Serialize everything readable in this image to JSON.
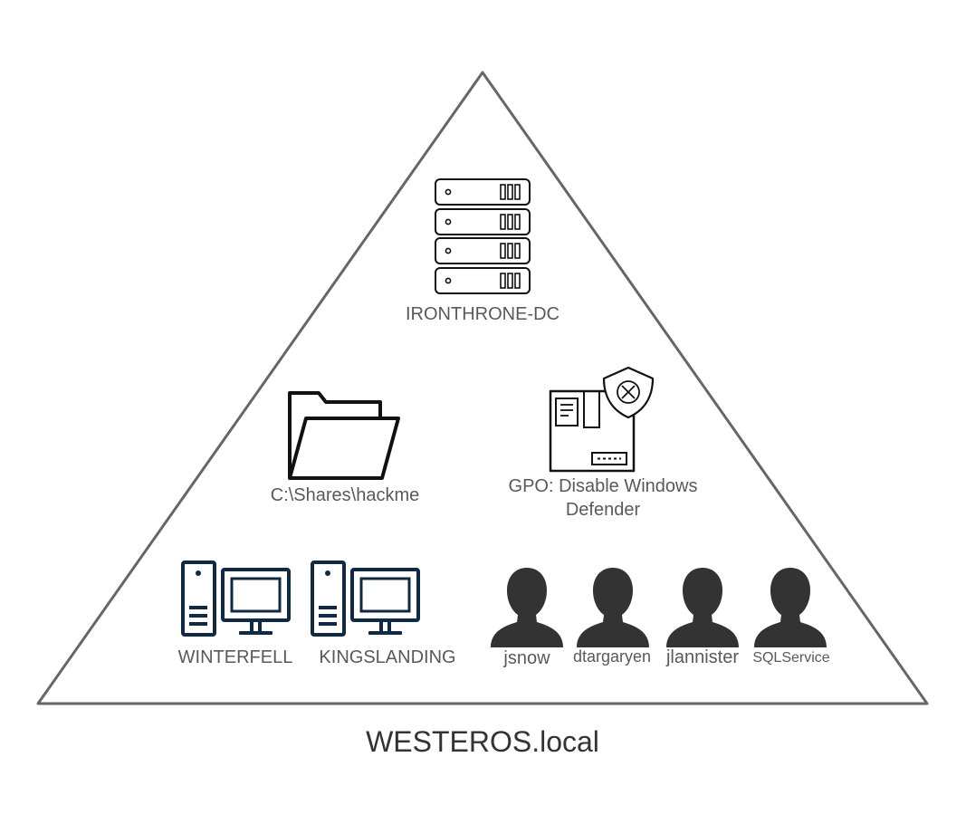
{
  "domain": {
    "name": "WESTEROS.local"
  },
  "domain_controller": {
    "name": "IRONTHRONE-DC",
    "icon": "server-rack-icon"
  },
  "share": {
    "path": "C:\\Shares\\hackme",
    "icon": "folder-icon"
  },
  "gpo": {
    "line1": "GPO: Disable Windows",
    "line2": "Defender",
    "icon": "shield-box-icon"
  },
  "computers": [
    {
      "name": "WINTERFELL",
      "icon": "workstation-icon"
    },
    {
      "name": "KINGSLANDING",
      "icon": "workstation-icon"
    }
  ],
  "users": [
    {
      "name": "jsnow",
      "icon": "user-silhouette-icon"
    },
    {
      "name": "dtargaryen",
      "icon": "user-silhouette-icon"
    },
    {
      "name": "jlannister",
      "icon": "user-silhouette-icon"
    },
    {
      "name": "SQLService",
      "icon": "user-silhouette-icon"
    }
  ],
  "colors": {
    "triangle_stroke": "#666666",
    "label_text": "#595959",
    "computer_navy": "#102a43",
    "user_fill": "#333333"
  }
}
